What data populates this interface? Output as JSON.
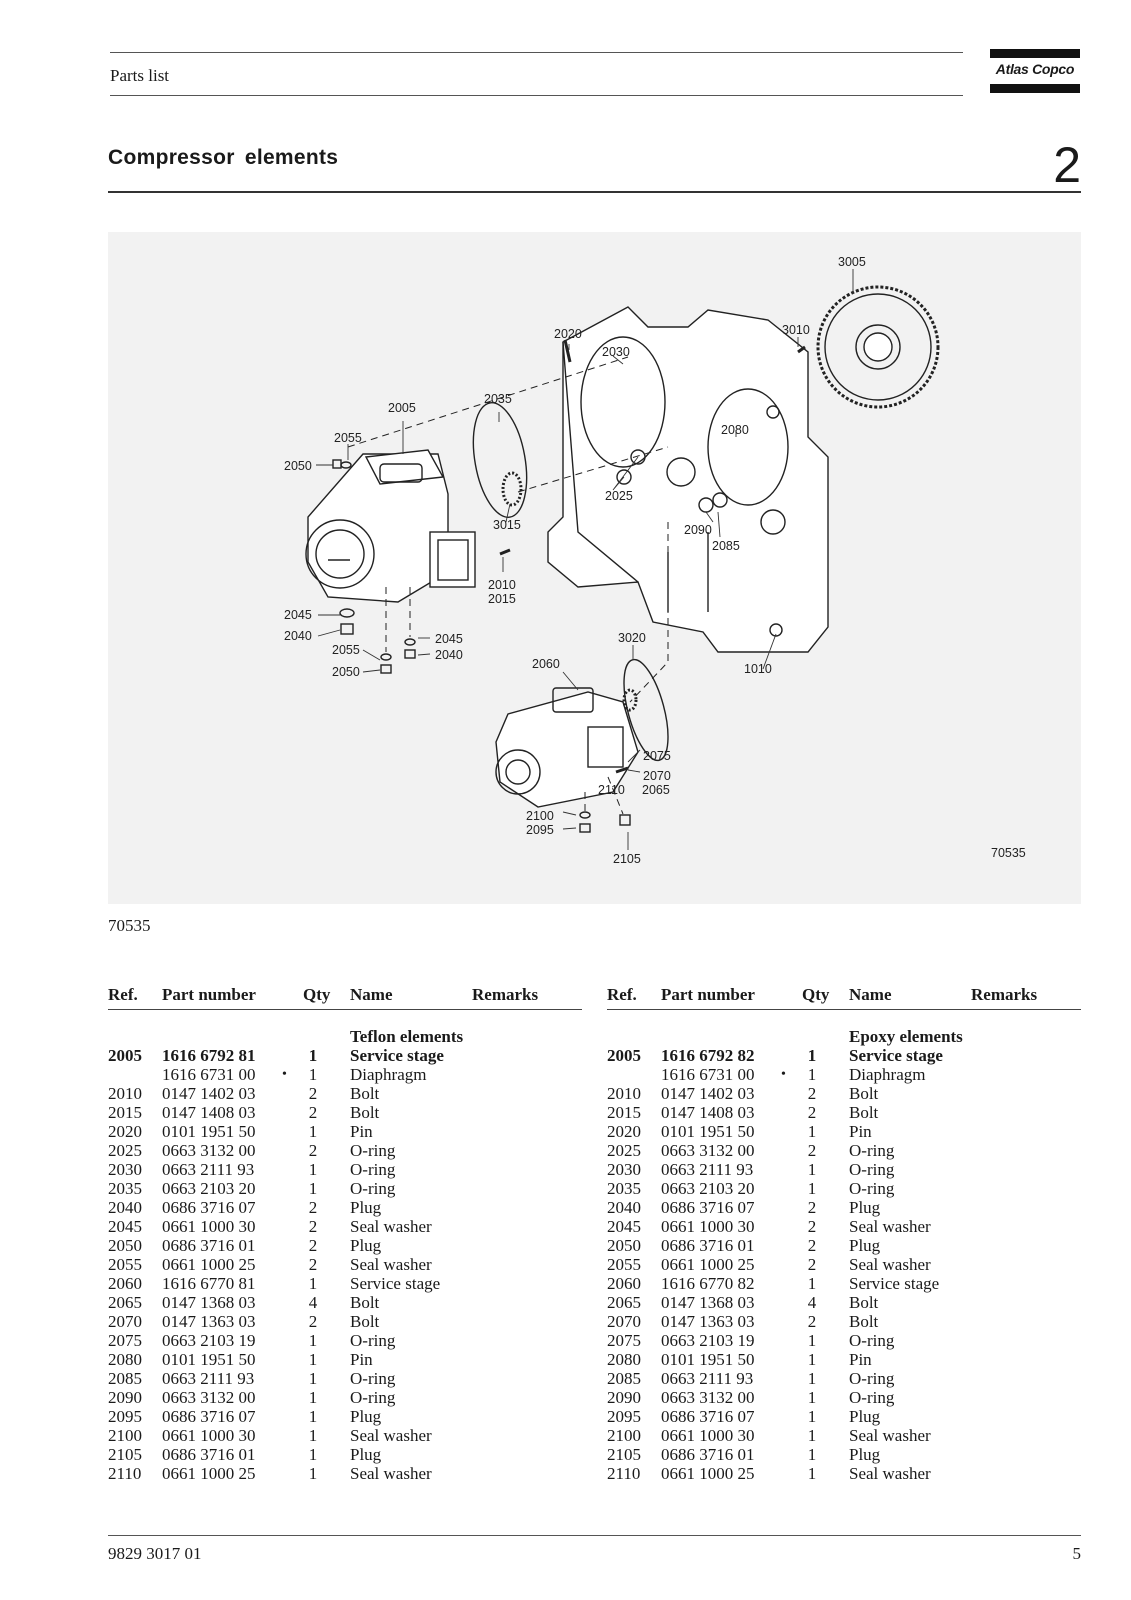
{
  "header": {
    "section_label": "Parts list",
    "brand": "Atlas Copco"
  },
  "page": {
    "title": "Compressor  elements",
    "section_number": "2",
    "figure_id": "70535",
    "doc_number": "9829 3017 01",
    "page_number": "5"
  },
  "figure": {
    "callouts": [
      "3005",
      "3010",
      "2020",
      "2030",
      "2035",
      "2005",
      "2055",
      "2050",
      "2080",
      "2025",
      "3015",
      "2090",
      "2085",
      "2010",
      "2015",
      "2045",
      "2040",
      "2055",
      "2050",
      "2045",
      "2040",
      "3020",
      "2060",
      "1010",
      "2075",
      "2070",
      "2065",
      "2110",
      "2100",
      "2095",
      "2105"
    ],
    "id_label": "70535"
  },
  "table_headers": {
    "ref": "Ref.",
    "part_number": "Part number",
    "qty": "Qty",
    "name": "Name",
    "remarks": "Remarks"
  },
  "tables": [
    {
      "group_title": "Teflon elements",
      "rows": [
        {
          "ref": "2005",
          "pn": "1616 6792 81",
          "dot": "",
          "qty": "1",
          "name": "Service stage",
          "bold": true
        },
        {
          "ref": "",
          "pn": "1616 6731 00",
          "dot": "•",
          "qty": "1",
          "name": "Diaphragm"
        },
        {
          "ref": "2010",
          "pn": "0147 1402 03",
          "dot": "",
          "qty": "2",
          "name": "Bolt"
        },
        {
          "ref": "2015",
          "pn": "0147 1408 03",
          "dot": "",
          "qty": "2",
          "name": "Bolt"
        },
        {
          "ref": "2020",
          "pn": "0101 1951 50",
          "dot": "",
          "qty": "1",
          "name": "Pin"
        },
        {
          "ref": "2025",
          "pn": "0663 3132 00",
          "dot": "",
          "qty": "2",
          "name": "O-ring"
        },
        {
          "ref": "2030",
          "pn": "0663 2111 93",
          "dot": "",
          "qty": "1",
          "name": "O-ring"
        },
        {
          "ref": "2035",
          "pn": "0663 2103 20",
          "dot": "",
          "qty": "1",
          "name": "O-ring"
        },
        {
          "ref": "2040",
          "pn": "0686 3716 07",
          "dot": "",
          "qty": "2",
          "name": "Plug"
        },
        {
          "ref": "2045",
          "pn": "0661 1000 30",
          "dot": "",
          "qty": "2",
          "name": "Seal washer"
        },
        {
          "ref": "2050",
          "pn": "0686 3716 01",
          "dot": "",
          "qty": "2",
          "name": "Plug"
        },
        {
          "ref": "2055",
          "pn": "0661 1000 25",
          "dot": "",
          "qty": "2",
          "name": "Seal washer"
        },
        {
          "ref": "2060",
          "pn": "1616 6770 81",
          "dot": "",
          "qty": "1",
          "name": "Service stage"
        },
        {
          "ref": "2065",
          "pn": "0147 1368 03",
          "dot": "",
          "qty": "4",
          "name": "Bolt"
        },
        {
          "ref": "2070",
          "pn": "0147 1363 03",
          "dot": "",
          "qty": "2",
          "name": "Bolt"
        },
        {
          "ref": "2075",
          "pn": "0663 2103 19",
          "dot": "",
          "qty": "1",
          "name": "O-ring"
        },
        {
          "ref": "2080",
          "pn": "0101 1951 50",
          "dot": "",
          "qty": "1",
          "name": "Pin"
        },
        {
          "ref": "2085",
          "pn": "0663 2111 93",
          "dot": "",
          "qty": "1",
          "name": "O-ring"
        },
        {
          "ref": "2090",
          "pn": "0663 3132 00",
          "dot": "",
          "qty": "1",
          "name": "O-ring"
        },
        {
          "ref": "2095",
          "pn": "0686 3716 07",
          "dot": "",
          "qty": "1",
          "name": "Plug"
        },
        {
          "ref": "2100",
          "pn": "0661 1000 30",
          "dot": "",
          "qty": "1",
          "name": "Seal washer"
        },
        {
          "ref": "2105",
          "pn": "0686 3716 01",
          "dot": "",
          "qty": "1",
          "name": "Plug"
        },
        {
          "ref": "2110",
          "pn": "0661 1000 25",
          "dot": "",
          "qty": "1",
          "name": "Seal washer"
        }
      ]
    },
    {
      "group_title": "Epoxy elements",
      "rows": [
        {
          "ref": "2005",
          "pn": "1616 6792 82",
          "dot": "",
          "qty": "1",
          "name": "Service stage",
          "bold": true
        },
        {
          "ref": "",
          "pn": "1616 6731 00",
          "dot": "•",
          "qty": "1",
          "name": "Diaphragm"
        },
        {
          "ref": "2010",
          "pn": "0147 1402 03",
          "dot": "",
          "qty": "2",
          "name": "Bolt"
        },
        {
          "ref": "2015",
          "pn": "0147 1408 03",
          "dot": "",
          "qty": "2",
          "name": "Bolt"
        },
        {
          "ref": "2020",
          "pn": "0101 1951 50",
          "dot": "",
          "qty": "1",
          "name": "Pin"
        },
        {
          "ref": "2025",
          "pn": "0663 3132 00",
          "dot": "",
          "qty": "2",
          "name": "O-ring"
        },
        {
          "ref": "2030",
          "pn": "0663 2111 93",
          "dot": "",
          "qty": "1",
          "name": "O-ring"
        },
        {
          "ref": "2035",
          "pn": "0663 2103 20",
          "dot": "",
          "qty": "1",
          "name": "O-ring"
        },
        {
          "ref": "2040",
          "pn": "0686 3716 07",
          "dot": "",
          "qty": "2",
          "name": "Plug"
        },
        {
          "ref": "2045",
          "pn": "0661 1000 30",
          "dot": "",
          "qty": "2",
          "name": "Seal washer"
        },
        {
          "ref": "2050",
          "pn": "0686 3716 01",
          "dot": "",
          "qty": "2",
          "name": "Plug"
        },
        {
          "ref": "2055",
          "pn": "0661 1000 25",
          "dot": "",
          "qty": "2",
          "name": "Seal washer"
        },
        {
          "ref": "2060",
          "pn": "1616 6770 82",
          "dot": "",
          "qty": "1",
          "name": "Service stage"
        },
        {
          "ref": "2065",
          "pn": "0147 1368 03",
          "dot": "",
          "qty": "4",
          "name": "Bolt"
        },
        {
          "ref": "2070",
          "pn": "0147 1363 03",
          "dot": "",
          "qty": "2",
          "name": "Bolt"
        },
        {
          "ref": "2075",
          "pn": "0663 2103 19",
          "dot": "",
          "qty": "1",
          "name": "O-ring"
        },
        {
          "ref": "2080",
          "pn": "0101 1951 50",
          "dot": "",
          "qty": "1",
          "name": "Pin"
        },
        {
          "ref": "2085",
          "pn": "0663 2111 93",
          "dot": "",
          "qty": "1",
          "name": "O-ring"
        },
        {
          "ref": "2090",
          "pn": "0663 3132 00",
          "dot": "",
          "qty": "1",
          "name": "O-ring"
        },
        {
          "ref": "2095",
          "pn": "0686 3716 07",
          "dot": "",
          "qty": "1",
          "name": "Plug"
        },
        {
          "ref": "2100",
          "pn": "0661 1000 30",
          "dot": "",
          "qty": "1",
          "name": "Seal washer"
        },
        {
          "ref": "2105",
          "pn": "0686 3716 01",
          "dot": "",
          "qty": "1",
          "name": "Plug"
        },
        {
          "ref": "2110",
          "pn": "0661 1000 25",
          "dot": "",
          "qty": "1",
          "name": "Seal washer"
        }
      ]
    }
  ]
}
